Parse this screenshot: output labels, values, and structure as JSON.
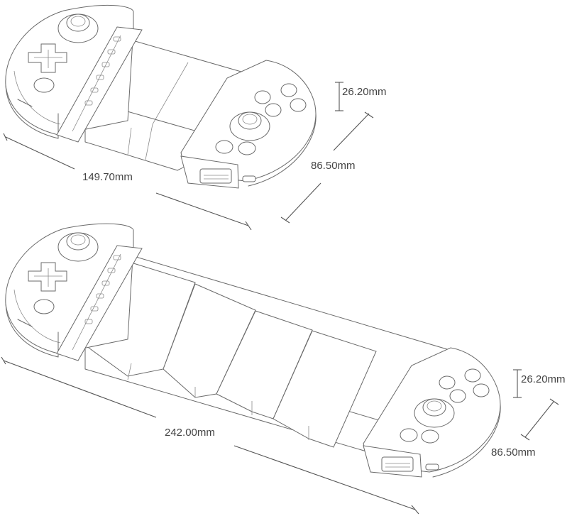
{
  "diagram": {
    "top_view": {
      "width_label": "149.70mm",
      "depth_label": "86.50mm",
      "height_label": "26.20mm"
    },
    "bottom_view": {
      "width_label": "242.00mm",
      "depth_label": "86.50mm",
      "height_label": "26.20mm"
    }
  }
}
